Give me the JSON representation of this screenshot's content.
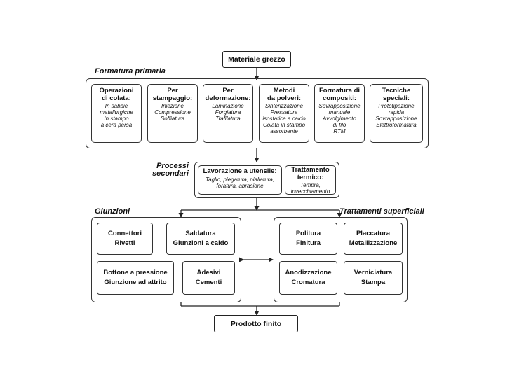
{
  "diagram": {
    "start": "Materiale grezzo",
    "end": "Prodotto finito",
    "formatura": {
      "title": "Formatura primaria",
      "cards": [
        {
          "title": "Operazioni\ndi colata:",
          "body": "In sabbie\nmetallurgiche\nIn stampo\na cera persa"
        },
        {
          "title": "Per\nstampaggio:",
          "body": "Iniezione\nCompressione\nSoffiatura"
        },
        {
          "title": "Per\ndeformazione:",
          "body": "Laminazione\nForgiatura\nTrafilatura"
        },
        {
          "title": "Metodi\nda polveri:",
          "body": "Sinterizzazione\nPressatura\nisostatica a caldo\nColata in stampo\nassorbente"
        },
        {
          "title": "Formatura di\ncompositi:",
          "body": "Sovrapposizione\nmanuale\nAvvolgimento\ndi filo\nRTM"
        },
        {
          "title": "Tecniche\nspeciali:",
          "body": "Prototipazione\nrapida\nSovrapposizione\nElettroformatura"
        }
      ]
    },
    "secondari": {
      "title": "Processi\nsecondari",
      "cards": [
        {
          "title": "Lavorazione a utensile:",
          "body": "Taglio, piegatura, pialiatura,\nforatura, abrasione"
        },
        {
          "title": "Trattamento\ntermico:",
          "body": "Tempra,\ninvecchiamento"
        }
      ]
    },
    "giunzioni": {
      "title": "Giunzioni",
      "items": [
        "Connettori\nRivetti",
        "Saldatura\nGiunzioni a caldo",
        "Bottone a pressione\nGiunzione ad attrito",
        "Adesivi\nCementi"
      ]
    },
    "trattamenti": {
      "title": "Trattamenti superficiali",
      "items": [
        "Politura\nFinitura",
        "Placcatura\nMetallizzazione",
        "Anodizzazione\nCromatura",
        "Verniciatura\nStampa"
      ]
    }
  }
}
